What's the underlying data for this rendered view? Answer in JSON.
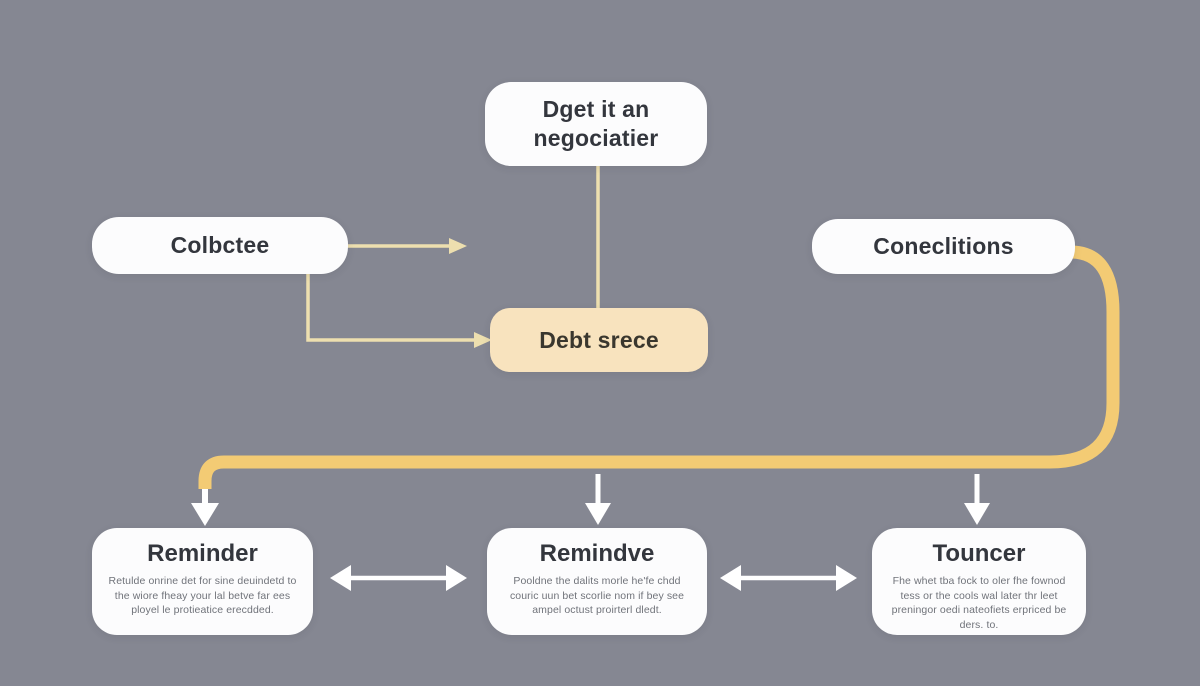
{
  "colors": {
    "background": "#858792",
    "box_white": "#FCFCFD",
    "box_highlight": "#F8E3BE",
    "line_pale": "#EDDFAF",
    "line_gold": "#F3CB74",
    "arrow_white": "#FFFFFF",
    "title_text": "#33363D",
    "body_text": "#70737A"
  },
  "nodes": {
    "negotiator": {
      "label": "Dget it an negociatier"
    },
    "collect": {
      "label": "Colbctee"
    },
    "conditions": {
      "label": "Coneclitions"
    },
    "debt": {
      "label": "Debt srece"
    },
    "reminder": {
      "title": "Reminder",
      "body": "Retulde onrine det for sine deuindetd to the wiore fheay your lal betve far ees ployel le protieatice erecdded."
    },
    "remindve": {
      "title": "Remindve",
      "body": "Pooldne the dalits morle he'fe chdd couric uun bet scorlie nom if bey see ampel octust proirterl dledt."
    },
    "touncer": {
      "title": "Touncer",
      "body": "Fhe whet tba fock to oler fhe fownod tess or the cools wal later thr leet preningor oedi nateofiets erpriced be ders. to."
    }
  }
}
